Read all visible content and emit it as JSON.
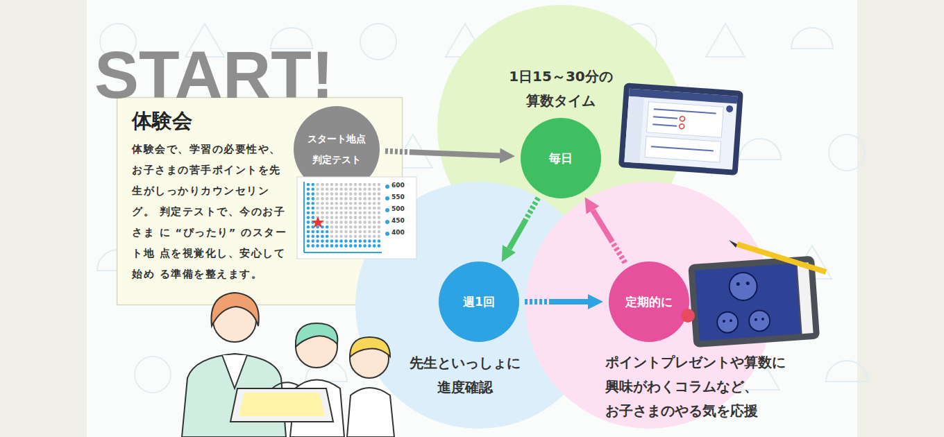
{
  "diagram": {
    "nodes": [
      {
        "text": [
          "体験会",
          "体験会で、学習の必要性や、 お子さまの苦手ポイントを先 生がしっかりカウンセリング。 判定テストで、今のお子さま に “ぴったり” のスタート地 点を視覚化し、安心して始め る準備を整えます。"
        ]
      },
      {
        "text": [
          "スタート地点 判定テスト"
        ],
        "in": 0
      },
      {
        "text": [
          "1日15～30分の 算数タイム"
        ]
      },
      {
        "text": [
          "毎日"
        ],
        "in": 2
      },
      {
        "text": [
          "先生といっしょに 進度確認"
        ]
      },
      {
        "text": [
          "週1回"
        ],
        "in": 4
      },
      {
        "text": [
          "ポイントプレゼントや算数に 興味がわくコラムなど、 お子さまのやる気を応援"
        ]
      },
      {
        "text": [
          "定期的に"
        ],
        "in": 6
      }
    ],
    "edges": [
      {
        "from": 1,
        "to": 3,
        "arrow": "to"
      },
      {
        "from": 3,
        "to": 5,
        "arrow": "to"
      },
      {
        "from": 5,
        "to": 7,
        "arrow": "to"
      },
      {
        "from": 7,
        "to": 3,
        "arrow": "to"
      }
    ],
    "labels": [
      "START!",
      "600",
      "550",
      "500",
      "450",
      "400"
    ]
  }
}
